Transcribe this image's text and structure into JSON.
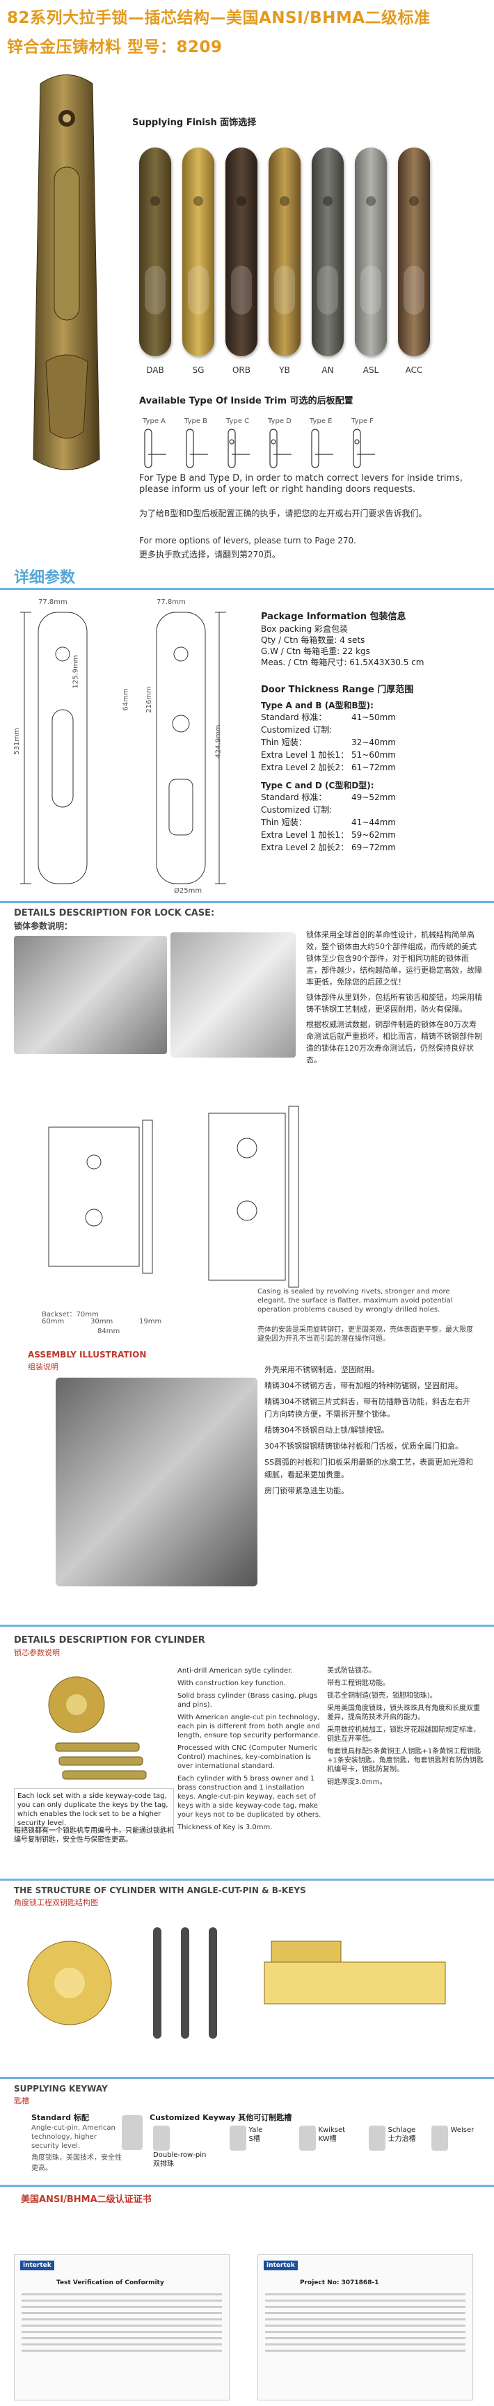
{
  "header": {
    "line1": "82系列大拉手锁—插芯结构—美国ANSI/BHMA二级标准",
    "line2": "锌合金压铸材料    型号：8209"
  },
  "finish": {
    "title": "Supplying Finish 面饰选择",
    "items": [
      {
        "code": "DAB",
        "color": "#7a6a3c"
      },
      {
        "code": "SG",
        "color": "#c8a44a"
      },
      {
        "code": "ORB",
        "color": "#4a3a2e"
      },
      {
        "code": "YB",
        "color": "#b89a4a"
      },
      {
        "code": "AN",
        "color": "#6a6a62"
      },
      {
        "code": "ASL",
        "color": "#8a8a86"
      },
      {
        "code": "ACC",
        "color": "#8a6e4a"
      }
    ]
  },
  "trim": {
    "title": "Available Type Of Inside Trim  可选的后板配置",
    "types": [
      "Type A",
      "Type B",
      "Type C",
      "Type D",
      "Type E",
      "Type F"
    ],
    "note_en": "For Type B and Type D, in order to match correct levers for inside trims, please inform us of your left or right handing doors requests.",
    "note_cn": "为了给B型和D型后板配置正确的执手，请把您的左开或右开门要求告诉我们。",
    "levers_en": "For more options of levers, please turn to Page 270.",
    "levers_cn": "更多执手款式选择，请翻到第270页。"
  },
  "params": {
    "heading": "详细参数",
    "dim_left": "77.8mm",
    "dim_mid": "77.8mm",
    "dims": [
      "531mm",
      "125.9mm",
      "64mm",
      "216mm",
      "424.9mm",
      "Ø25mm"
    ],
    "package": {
      "title": "Package  Information 包装信息",
      "lines": [
        "Box packing 彩盒包装",
        "Qty / Ctn 每箱数量: 4 sets",
        "G.W / Ctn 每箱毛重: 22 kgs",
        "Meas. / Ctn 每箱尺寸: 61.5X43X30.5 cm"
      ]
    },
    "thickness": {
      "title": "Door Thickness Range 门厚范围",
      "ab_title": "Type A and B (A型和B型):",
      "ab_rows": [
        [
          "Standard 标准：",
          "41~50mm"
        ],
        [
          "Customized 订制:",
          ""
        ],
        [
          "Thin 短装：",
          "32~40mm"
        ],
        [
          "Extra Level 1 加长1：",
          "51~60mm"
        ],
        [
          "Extra Level 2 加长2：",
          "61~72mm"
        ]
      ],
      "cd_title": "Type C and D (C型和D型):",
      "cd_rows": [
        [
          "Standard 标准：",
          "49~52mm"
        ],
        [
          "Customized 订制:",
          ""
        ],
        [
          "Thin 短装：",
          "41~44mm"
        ],
        [
          "Extra Level 1 加长1：",
          "59~62mm"
        ],
        [
          "Extra Level 2 加长2：",
          "69~72mm"
        ]
      ]
    }
  },
  "lockcase": {
    "heading_en": "DETAILS DESCRIPTION FOR LOCK CASE:",
    "heading_cn": "锁体参数说明：",
    "desc1": "锁体采用全球首创的革命性设计，机械结构简单高效，整个锁体由大约50个部件组成，而传统的美式锁体至少包含90个部件，对于相同功能的锁体而言，部件越少，结构越简单，运行更稳定高效，故障率更低，免除您的后顾之忧！",
    "desc2": "锁体部件从里到外，包括所有锁舌和旋钮，均采用精铸不锈钢工艺制成，更坚固耐用，防火有保障。",
    "desc3": "根据权威测试数据，铜部件制造的锁体在80万次寿命测试后就严重损坏，相比而言，精铸不锈钢部件制造的锁体在120万次寿命测试后，仍然保持良好状态。",
    "backset": "Backset：70mm",
    "dims": [
      "60mm",
      "30mm",
      "19mm",
      "84mm"
    ],
    "casing_note": "Casing is sealed by revolving rivets, stronger and more elegant, the surface is flatter, maximum avoid potential operation problems caused by wrongly drilled holes.",
    "casing_note_cn": "壳体的安装是采用旋转铆钉，更坚固美观，壳体表面更平整，最大限度避免因为开孔不当而引起的潜在操作问题。"
  },
  "assembly": {
    "heading_en": "ASSEMBLY ILLUSTRATION",
    "heading_cn": "组装说明",
    "bullets": [
      "外壳采用不锈钢制造，坚固耐用。",
      "精铸304不锈钢方舌，带有加粗的特种防锯钢，坚固耐用。",
      "精铸304不锈钢三片式斜舌，带有防插静音功能，斜舌左右开门方向转换方便，不需拆开整个锁体。",
      "精铸304不锈钢自动上锁/解锁按钮。",
      "304不锈钢锻钢精铸锁体衬板和门舌板，优质全属门扣盒。",
      "SS圆弧的衬板和门扣板采用最新的水磨工艺，表面更加光滑和细腻，看起来更加贵重。",
      "房门锁带紧急逃生功能。"
    ]
  },
  "cylinder": {
    "heading_en": "DETAILS DESCRIPTION FOR CYLINDER",
    "heading_cn": "锁芯参数说明",
    "bullets_en": [
      "Anti-drill American sytle cylinder.",
      "With construction key function.",
      "Solid brass cylinder (Brass casing, plugs and pins).",
      "With American angle-cut pin technology, each pin is different from both angle and length, ensure top security performance.",
      "Processed with CNC (Computer Numeric Control) machines, key-combination is over international standard.",
      "Each cylinder with 5 brass owner and 1 brass construction and 1 installation keys. Angle-cut-pin keyway, each set of keys with a side keyway-code tag, make your keys not to be duplicated by others.",
      "Thickness of Key is 3.0mm."
    ],
    "bullets_cn": [
      "美式防钻锁芯。",
      "带有工程钥匙功能。",
      "锁芯全铜制造(锁壳，锁胆和锁珠)。",
      "采用美国角度锁珠，锁头珠珠具有角度和长度双重差异，提高防技术开启的能力。",
      "采用数控机械加工，锁匙牙花超越国际规定标准，钥匙互开率低。",
      "每套锁具标配5条黄铜主人钥匙+1条黄铜工程钥匙+1条安装钥匙，角度钥匙，每套钥匙附有防伪钥匙机编号卡，钥匙防复制。",
      "钥匙厚度3.0mm。"
    ],
    "keycard_en": "Each lock set with a side keyway-code tag, you can only duplicate the keys by the tag, which enables the lock set to be a higher security level.",
    "keycard_cn": "每把锁都有一个锁匙机专用编号卡，只能通过锁匙机编号复制钥匙，安全性与保密性更高。"
  },
  "structure": {
    "heading_en": "THE STRUCTURE OF CYLINDER WITH ANGLE-CUT-PIN & B-KEYS",
    "heading_cn": "角度锁工程双钥匙结构图"
  },
  "keyway": {
    "heading_en": "SUPPLYING KEYWAY",
    "heading_cn": "匙槽",
    "standard_title": "Standard 标配",
    "standard_en": "Angle-cut-pin,  American technology, higher security level.",
    "standard_cn": "角度锁珠，美国技术，安全性更高。",
    "custom_title": "Customized Keyway 其他可订制匙槽",
    "options": [
      {
        "name": "Double-row-pin",
        "cn": "双排珠"
      },
      {
        "name": "Yale",
        "cn": "S槽"
      },
      {
        "name": "Kwikset",
        "cn": "KW槽"
      },
      {
        "name": "Schlage",
        "cn": "士力治槽"
      },
      {
        "name": "Weiser",
        "cn": ""
      }
    ]
  },
  "certs": {
    "heading": "美国ANSI/BHMA二级认证证书",
    "left_title": "Test Verification of Conformity",
    "logo": "intertek",
    "right_title": "Project No: 3071868-1"
  }
}
